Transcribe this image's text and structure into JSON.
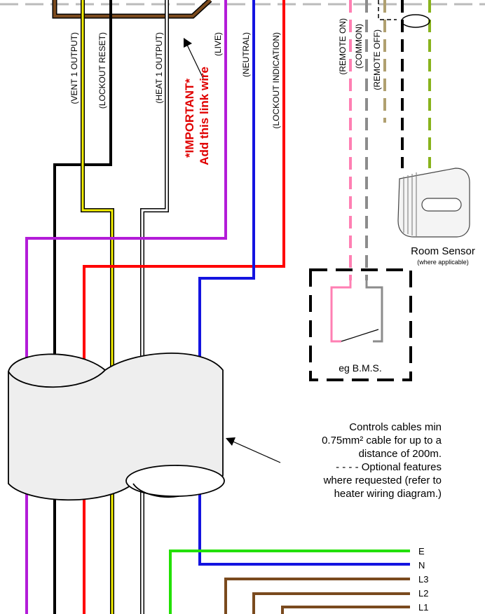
{
  "wire_labels": {
    "vent1_output": "(VENT 1 OUTPUT)",
    "lockout_reset": "(LOCKOUT RESET)",
    "heat1_output": "(HEAT 1 OUTPUT)",
    "live": "(LIVE)",
    "neutral": "(NEUTRAL)",
    "lockout_indication": "(LOCKOUT INDICATION)",
    "remote_on": "(REMOTE ON)",
    "common": "(COMMON)",
    "remote_off": "(REMOTE OFF)"
  },
  "important_note": {
    "line1": "*IMPORTANT*",
    "line2": "Add this link wire"
  },
  "room_sensor": {
    "title": "Room Sensor",
    "subtitle": "(where applicable)"
  },
  "bms_label": "eg B.M.S.",
  "controls_note": {
    "lines": [
      "Controls cables min",
      "0.75mm² cable for up to a",
      "distance of 200m.",
      "- - - - Optional features",
      "where requested (refer to",
      "heater wiring diagram.)"
    ]
  },
  "supply_terminals": [
    "E",
    "N",
    "L3",
    "L2",
    "L1"
  ],
  "colors": {
    "brown": "#7a4a1e",
    "black": "#000000",
    "yellow": "#f5f000",
    "white_wire": "#ffffff",
    "purple": "#b31cd8",
    "red": "#ff0000",
    "blue": "#1414e0",
    "green": "#22e000",
    "pink": "#ff7fb3",
    "grey": "#8c8c8c",
    "tan": "#b0a070",
    "olive": "#88b31c",
    "important_text": "#e00000",
    "cable_sleeve": "#eeeeee"
  }
}
